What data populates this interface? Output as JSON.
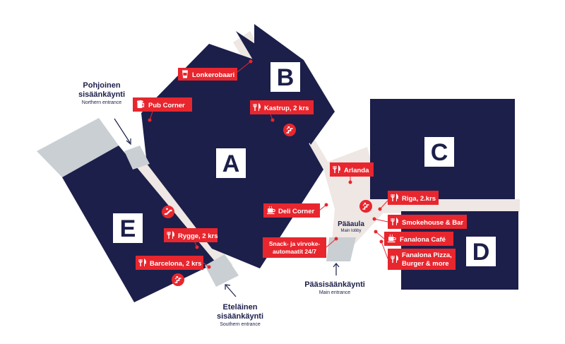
{
  "colors": {
    "navy": "#1c1f4a",
    "red": "#e8262e",
    "corridor": "#eee7e4",
    "entrance_gray": "#c9cfd2",
    "white": "#ffffff"
  },
  "terminals": {
    "a": "A",
    "b": "B",
    "c": "C",
    "d": "D",
    "e": "E"
  },
  "lobby": {
    "name_fi": "Pääaula",
    "name_en": "Main lobby"
  },
  "entrances": {
    "north": {
      "fi_line1": "Pohjoinen",
      "fi_line2": "sisäänkäynti",
      "en": "Northern entrance"
    },
    "south": {
      "fi_line1": "Eteläinen",
      "fi_line2": "sisäänkäynti",
      "en": "Southern entrance"
    },
    "main": {
      "fi": "Pääsisäänkäynti",
      "en": "Main entrance"
    }
  },
  "venues": {
    "lonkerobaari": {
      "label": "Lonkerobaari",
      "icon": "drink-icon"
    },
    "pub_corner": {
      "label": "Pub Corner",
      "icon": "beer-icon"
    },
    "kastrup": {
      "label": "Kastrup, 2 krs",
      "icon": "cutlery-icon"
    },
    "arlanda": {
      "label": "Arlanda",
      "icon": "cutlery-icon"
    },
    "deli_corner": {
      "label": "Deli Corner",
      "icon": "coffee-icon"
    },
    "snack": {
      "line1": "Snack- ja virvoke-",
      "line2": "automaatit 24/7"
    },
    "riga": {
      "label": "Riga, 2.krs",
      "icon": "cutlery-icon"
    },
    "smokehouse": {
      "label": "Smokehouse & Bar",
      "icon": "cutlery-icon"
    },
    "fanalona_cafe": {
      "label": "Fanalona Café",
      "icon": "coffee-icon"
    },
    "fanalona_pizza": {
      "line1": "Fanalona Pizza,",
      "line2": "Burger & more",
      "icon": "cutlery-icon"
    },
    "rygge": {
      "label": "Rygge, 2 krs",
      "icon": "cutlery-icon"
    },
    "barcelona": {
      "label": "Barcelona, 2 krs",
      "icon": "cutlery-icon"
    }
  }
}
